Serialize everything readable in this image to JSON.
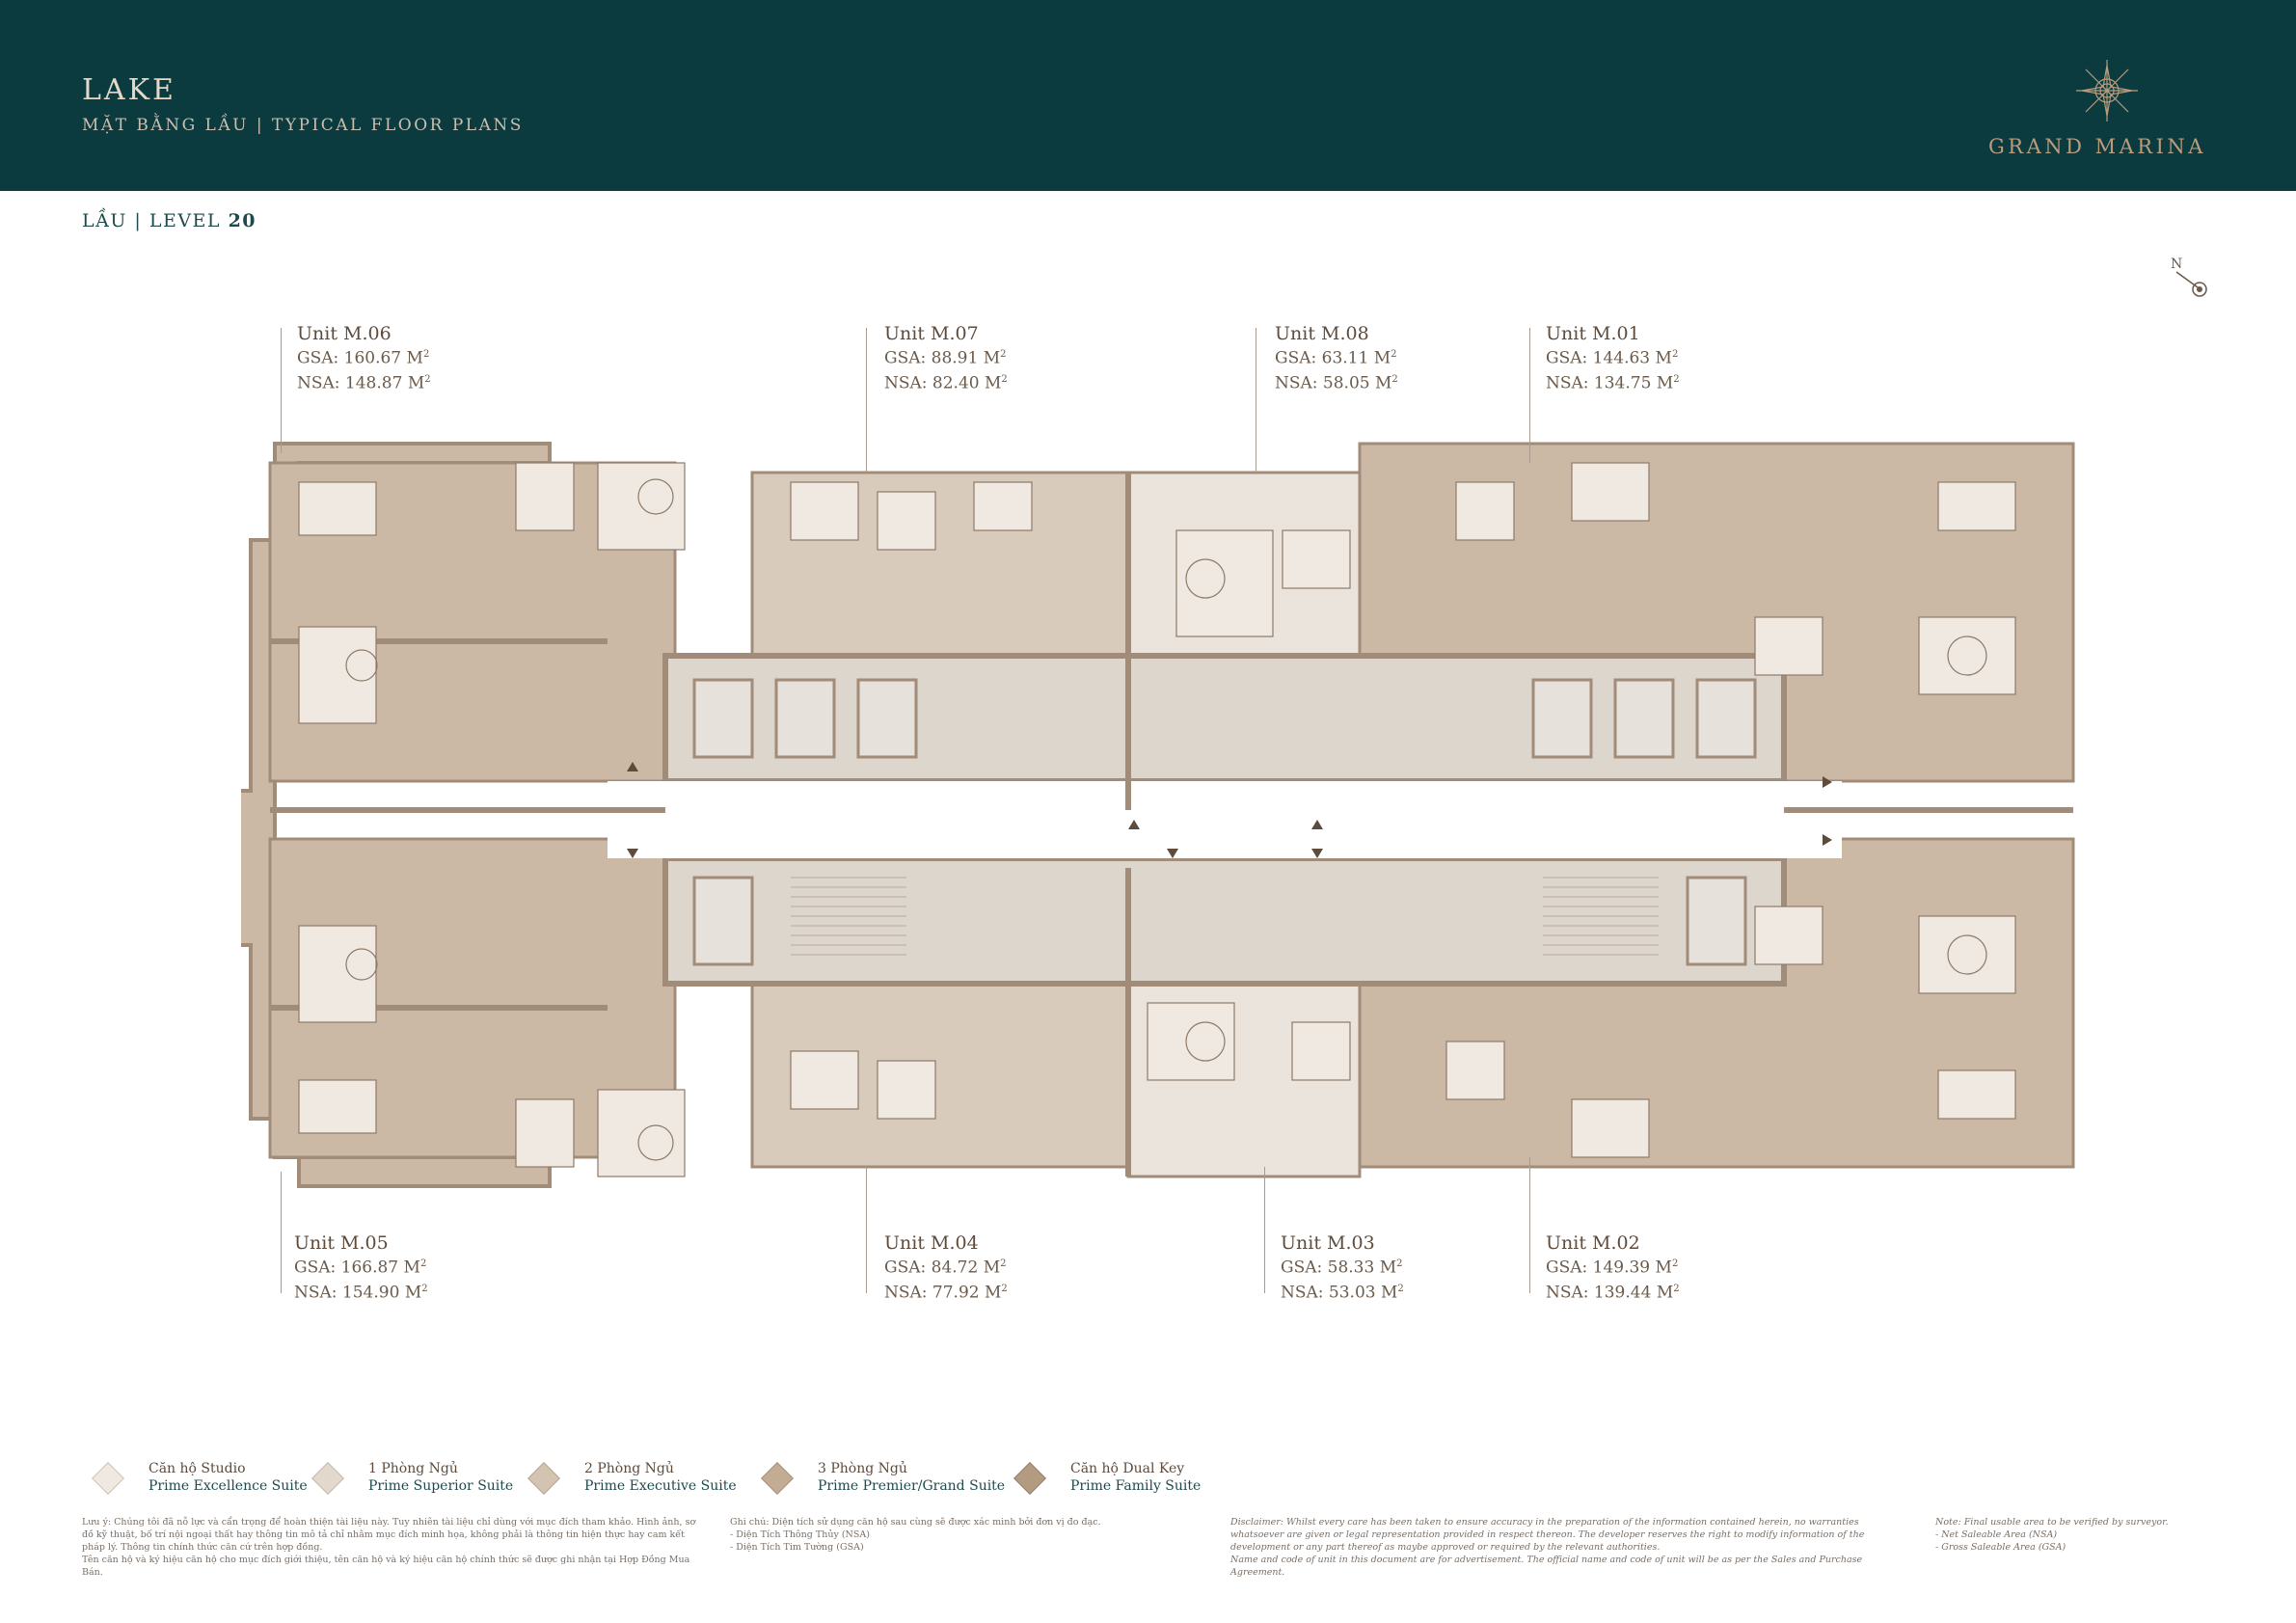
{
  "header": {
    "project": "LAKE",
    "subtitle": "MẶT BẰNG LẦU  |  TYPICAL FLOOR PLANS",
    "brand": "GRAND MARINA",
    "brand_color": "#b89c7c",
    "bg_color": "#0b3b3f"
  },
  "level": {
    "prefix": "LẦU | LEVEL ",
    "number": "20"
  },
  "north_label": "N",
  "units": [
    {
      "name": "Unit M.06",
      "gsa": "GSA: 160.67 M",
      "nsa": "NSA: 148.87 M"
    },
    {
      "name": "Unit M.07",
      "gsa": "GSA: 88.91  M",
      "nsa": "NSA: 82.40  M"
    },
    {
      "name": "Unit M.08",
      "gsa": "GSA: 63.11  M",
      "nsa": "NSA: 58.05  M"
    },
    {
      "name": "Unit M.01",
      "gsa": "GSA: 144.63 M",
      "nsa": "NSA: 134.75  M"
    },
    {
      "name": "Unit M.05",
      "gsa": "GSA: 166.87  M",
      "nsa": "NSA: 154.90  M"
    },
    {
      "name": "Unit M.04",
      "gsa": "GSA: 84.72  M",
      "nsa": "NSA: 77.92  M"
    },
    {
      "name": "Unit M.03",
      "gsa": "GSA: 58.33  M",
      "nsa": "NSA: 53.03  M"
    },
    {
      "name": "Unit M.02",
      "gsa": "GSA: 149.39  M",
      "nsa": "NSA: 139.44  M"
    }
  ],
  "legend": [
    {
      "vn": "Căn hộ Studio",
      "en": "Prime Excellence Suite",
      "color": "#efe9e2"
    },
    {
      "vn": "1 Phòng Ngủ",
      "en": "Prime Superior Suite",
      "color": "#e2d8cc"
    },
    {
      "vn": "2 Phòng Ngủ",
      "en": "Prime Executive Suite",
      "color": "#d3c3b1"
    },
    {
      "vn": "3 Phòng Ngủ",
      "en": "Prime Premier/Grand Suite",
      "color": "#c2ac94"
    },
    {
      "vn": "Căn hộ Dual Key",
      "en": "Prime Family Suite",
      "color": "#b39b82"
    }
  ],
  "notes": {
    "vn1": "Lưu ý: Chúng tôi đã nỗ lực và cẩn trọng để hoàn thiện tài liệu này. Tuy nhiên tài liệu chỉ dùng với mục đích tham khảo. Hình ảnh, sơ đồ kỹ thuật, bố trí nội ngoại thất hay thông tin mô tả chỉ nhằm mục đích minh họa, không phải là thông tin hiện thực hay cam kết pháp lý. Thông tin chính thức căn cứ trên hợp đồng.",
    "vn1b": "Tên căn hộ và ký hiệu căn hộ cho mục đích giới thiệu, tên căn hộ và ký hiệu căn hộ chính thức sẽ được ghi nhận tại Hợp Đồng Mua Bán.",
    "vn2": "Ghi chú: Diện tích sử dụng căn hộ sau cùng sẽ được xác minh bởi đơn vị đo đạc.",
    "vn2a": "- Diện Tích Thông Thủy (NSA)",
    "vn2b": "- Diện Tích Tim Tường (GSA)",
    "en1": "Disclaimer: Whilst every care has been taken to ensure accuracy in the preparation of the information contained herein, no warranties whatsoever are given or legal representation provided in respect thereon. The developer reserves the right to modify information of the development or any part thereof as maybe approved or required by the relevant authorities.",
    "en1b": "Name and code of unit in this document are for advertisement. The official name and code of unit will be as per the Sales and Purchase Agreement.",
    "en2": "Note: Final usable area to be verified by surveyor.",
    "en2a": "- Net Saleable Area (NSA)",
    "en2b": "- Gross Saleable Area (GSA)"
  },
  "colors": {
    "wall": "#a08c78",
    "room_dark": "#cbb9a5",
    "room_mid": "#d9cbbb",
    "room_light": "#ebe4dc",
    "corridor": "#ffffff",
    "core": "#ddd6cd"
  }
}
